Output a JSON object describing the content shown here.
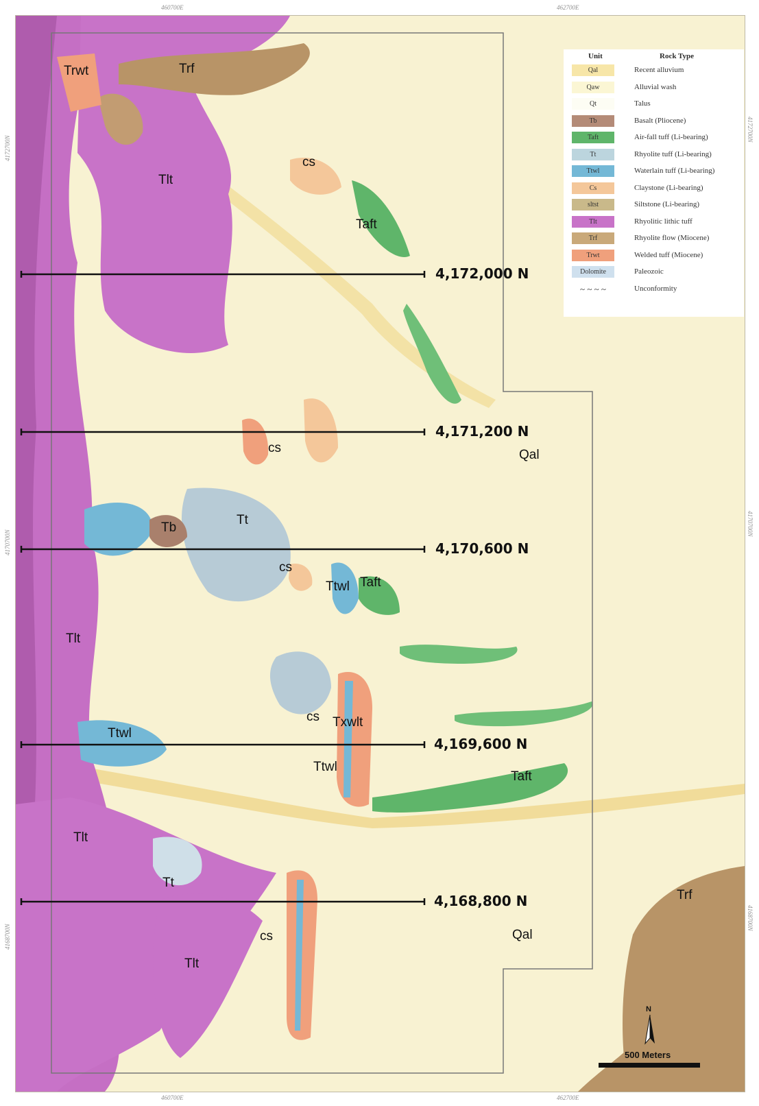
{
  "grid": {
    "easting_top": [
      "460700E",
      "462700E"
    ],
    "easting_bottom": [
      "460700E",
      "462700E"
    ],
    "northing_left": [
      "4172700N",
      "4170700N",
      "4168700N"
    ],
    "northing_right": [
      "4172700N",
      "4170700N",
      "4168700N"
    ]
  },
  "legend": {
    "header_unit": "Unit",
    "header_type": "Rock Type",
    "items": [
      {
        "unit": "Qal",
        "type": "Recent alluvium",
        "color": "#f7e6a8"
      },
      {
        "unit": "Qaw",
        "type": "Alluvial wash",
        "color": "#fbf6d4"
      },
      {
        "unit": "Qt",
        "type": "Talus",
        "color": "#fdfdf4"
      },
      {
        "unit": "Tb",
        "type": "Basalt (Pliocene)",
        "color": "#b48b78"
      },
      {
        "unit": "Taft",
        "type": "Air-fall tuff (Li-bearing)",
        "color": "#5fb56a"
      },
      {
        "unit": "Tt",
        "type": "Rhyolite tuff (Li-bearing)",
        "color": "#bcd5de"
      },
      {
        "unit": "Ttwl",
        "type": "Waterlain tuff  (Li-bearing)",
        "color": "#74b8d6"
      },
      {
        "unit": "Cs",
        "type": "Claystone (Li-bearing)",
        "color": "#f4c79a"
      },
      {
        "unit": "sltst",
        "type": "Siltstone (Li-bearing)",
        "color": "#c9b98a"
      },
      {
        "unit": "Tlt",
        "type": "Rhyolitic lithic tuff",
        "color": "#c873c8"
      },
      {
        "unit": "Trf",
        "type": "Rhyolite flow (Miocene)",
        "color": "#c9a97a"
      },
      {
        "unit": "Trwt",
        "type": "Welded tuff (Miocene)",
        "color": "#f0a07c"
      },
      {
        "unit": "Dolomite",
        "type": "Paleozoic",
        "color": "#cfe0ee"
      },
      {
        "unit": "~ ~ ~ ~",
        "type": "Unconformity",
        "color": ""
      }
    ]
  },
  "section_lines": [
    {
      "label": "4,172,000 N"
    },
    {
      "label": "4,171,200 N"
    },
    {
      "label": "4,170,600 N"
    },
    {
      "label": "4,169,600 N"
    },
    {
      "label": "4,168,800 N"
    }
  ],
  "unit_labels": {
    "trwt": "Trwt",
    "trf_top": "Trf",
    "tlt_1": "Tlt",
    "cs_1": "cs",
    "taft_1": "Taft",
    "cs_2": "cs",
    "qal_1": "Qal",
    "tt_1": "Tt",
    "tb": "Tb",
    "cs_3": "cs",
    "ttwl_1": "Ttwl",
    "taft_2": "Taft",
    "tlt_2": "Tlt",
    "cs_4": "cs",
    "txwlt": "Txwlt",
    "ttwl_2": "Ttwl",
    "ttwl_3": "Ttwl",
    "taft_3": "Taft",
    "tlt_3": "Tlt",
    "tt_2": "Tt",
    "trf_bottom": "Trf",
    "cs_5": "cs",
    "qal_2": "Qal",
    "tlt_4": "Tlt"
  },
  "north_label": "N",
  "scale_label": "500 Meters"
}
